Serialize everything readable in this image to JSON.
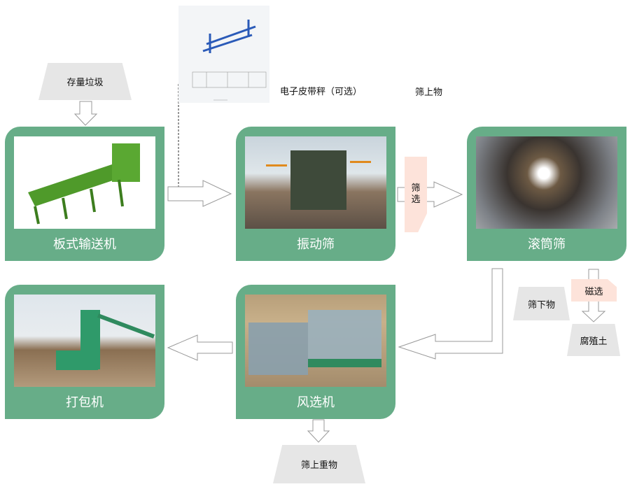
{
  "inputs": {
    "stock_waste": "存量垃圾"
  },
  "annotations": {
    "belt_scale": "电子皮带秤（可选）",
    "oversize": "筛上物"
  },
  "cards": [
    {
      "label": "板式输送机"
    },
    {
      "label": "振动筛"
    },
    {
      "label": "滚筒筛"
    },
    {
      "label": "打包机"
    },
    {
      "label": "风选机"
    }
  ],
  "process_tags": {
    "screening": "筛选",
    "magnetic": "磁选"
  },
  "outputs": {
    "undersize": "筛下物",
    "humus": "腐殖土",
    "heavy_oversize": "筛上重物"
  },
  "colors": {
    "card": "#67ad88",
    "tag": "#fde3da",
    "output": "#e6e6e6"
  }
}
